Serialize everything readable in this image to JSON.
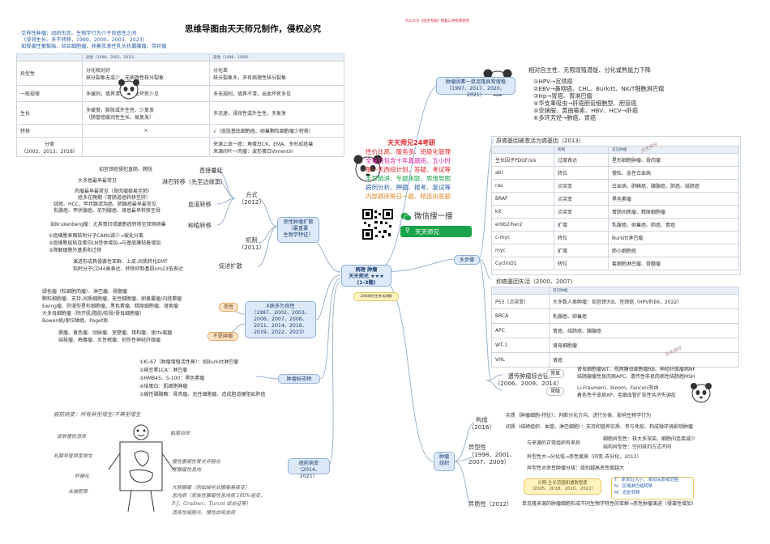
{
  "header_banner": "思维导图由天天师兄制作，侵权必究",
  "tiny_top_right": "为公众号【病生考研】搜集以供免费使用",
  "center": {
    "title": "病理 肿瘤",
    "subtitle": "天天师兄 ★★★ (1-3题)",
    "tag": "24年研究生考试讲解"
  },
  "promo": {
    "title": "天天师兄24考研",
    "lines": [
      "性价比高、服务多、班级化管理",
      "全程班包含十年真题班、五小时",
      "每一天西综计划、答疑、考试等",
      "手写精讲、专题串联、思维导图",
      "病例分析、押题、报考、复试等",
      "内部题库每日一题、精选执医题"
    ],
    "wechat_label": "微信搜一搜",
    "search_label": "天天师兄"
  },
  "top_table": {
    "intro": [
      "交界性肿瘤：组织形态、生物学行为介于良恶性之间",
      "（浸润生长、多不转移，1999、2000、2003、2023）",
      "如侵袭性葡萄胎、背巨细胞瘤、卵巢浆液性乳头状囊腺瘤、带状瘤"
    ],
    "head": [
      "",
      "良性（1998、2002、2010）",
      "恶性（1996、1999）"
    ],
    "rows": [
      {
        "k": "异型性",
        "a": "分化相对好\n核分裂象无或少，无病理性核分裂象",
        "b": "分化差\n核分裂象多，多有病理性核分裂象"
      },
      {
        "k": "一般规律",
        "a": "多缓则，填界清楚，出血坏死少见",
        "b": "多无规则，填界不清，出血坏死多见"
      },
      {
        "k": "生长",
        "a": "多缓慢，膨胀或外生性、少复发\n（肠管癌缓润性生长、易复发）",
        "b": "多迅速，浸润性或外生性，多复发"
      },
      {
        "k": "转移",
        "a": "×",
        "b": "√（皮肤基底细胞癌、卵巢颗粒细胞瘤少转移）"
      },
      {
        "k": "分类\n（2002、2013、2018）",
        "a": "",
        "b": "来源上皮一癌：角蛋白CK、EMA、多形成癌巢\n来源间叶一肉瘤：波形蛋白Vimentin"
      }
    ]
  },
  "right_top": {
    "node": "肿瘤因素一单克隆异常增殖\n（1997、2017、2020、2021）",
    "title": "相对自主性、无限增殖潜能、分化或熟能力下降",
    "items": [
      "①HPV→宫颈癌",
      "②EBV→鼻咽癌、CHL、Burkitt、NK/T细胞淋巴瘤",
      "③Hp→胃癌、胃淋巴瘤",
      "④华支睾吸虫→肝癌胆管细胞型、胆管癌",
      "⑤亚硝胺、黄曲霉素、HBV、HCV→肝癌",
      "⑥多环芳烃→肺癌、胃癌"
    ]
  },
  "onc_table": {
    "title": "原癌基因被激活为癌基因（2013）",
    "head": [
      "",
      "机制",
      "常见肿瘤"
    ],
    "rows": [
      [
        "生长因子PDGF/sis",
        "过度表达",
        "星形细胞肿瘤、骨肉瘤"
      ],
      [
        "abl",
        "转位",
        "慢粒、急性白血病"
      ],
      [
        "ras",
        "点突变",
        "白血病、肺鳞癌、胰腺癌、肺癌、结肠癌"
      ],
      [
        "BRAF",
        "点突变",
        "黑色素瘤"
      ],
      [
        "kit",
        "点突变",
        "胃肠间质瘤、精原细胞瘤"
      ],
      [
        "erbb2/her2",
        "扩增",
        "乳腺癌、卵巢癌、肺癌、胃癌"
      ],
      [
        "c-myc",
        "转位",
        "Burkitt淋巴瘤"
      ],
      [
        "myc",
        "扩增",
        "肺小细胞癌"
      ],
      [
        "CyclinD1",
        "转位",
        "套细胞淋巴瘤、骨髓瘤"
      ]
    ]
  },
  "supp_table": {
    "title": "抑癌基因失活（2000、2007）",
    "head": [
      "",
      "常见肿瘤"
    ],
    "rows": [
      [
        "P53（点突变）",
        "大多数人类肿瘤：如宫颈大B、宫颈癌（HPV的E6，2022）"
      ],
      [
        "BRCA",
        "乳腺癌、卵巢癌"
      ],
      [
        "APC",
        "胃癌、结肠癌、胰腺癌"
      ],
      [
        "WT-1",
        "肾母细胞瘤"
      ],
      [
        "VHL",
        "肾癌"
      ]
    ]
  },
  "hereditary": {
    "label": "遗传肿瘤综合征\n（2006、2009、2014）",
    "common_label": "常显",
    "common_text": [
      "肾母细胞瘤WT、视网膜母细胞瘤RB、神经纤维瘤病NF",
      "结肠腺瘤性息肉病APC、遗传性非息肉病性结肠癌MSH"
    ],
    "rare_label": "常隐",
    "rare_text": [
      "Li-Fraumeni、bloom、Fanconi贫血",
      "着色性干皮病XP、毛细血管扩张性共济失调症"
    ]
  },
  "multi_step": "多步骤",
  "metastasis": {
    "node": "恶性肿瘤扩散\n（最重要\n生物学特征）",
    "way_label": "方式\n（2012）",
    "mech_label": "机制\n（2011）",
    "direct": "直接蔓延",
    "lymph": "淋巴转移（先至边缘窦）",
    "blood": "血道转移",
    "implant": "种植转移",
    "promote": "促进扩散",
    "left_texts": [
      "如宫颈癌侵犯直肠、膀胱",
      "大多癌最早最常见",
      "肉瘤最早最常见（骨肉瘤极易至肺）",
      "癌多在晚期（胃肠道癌转移至肝）",
      "绒癌、HCC、甲状腺滤泡癌、肺腺癌最早最常见",
      "乳腺癌、甲状腺癌、前列腺癌、肾癌最早转移至骨",
      "如Krukenberg瘤：尤其胃印戒细胞癌转移至双侧卵巢"
    ],
    "mech_texts": [
      "①癌细胞表面粘附分子CAMs减少→彼此分离",
      "②癌细胞层粘连蛋白LN受体增加→与基底膜粘着增加",
      "③降解细胞外基质和迁移"
    ],
    "promote_texts": [
      "演进形成具侵袭性亚群、上皮-间质转化EMT",
      "粘附分子CD44高表达、转移抑制基因nm23低表达"
    ]
  },
  "xray": {
    "node": "X病多为良性\n（1997、2002、2003、\n2006、2007、2008、\n2011、2014、2016、\n2019、2022、2023）",
    "mal_label": "恶性",
    "ben_label": "不是肿瘤",
    "mal_texts": [
      "绿色瘤（粒细胞肉瘤）、淋巴瘤、骨髓瘤",
      "颗粒细胞瘤、支持-间质细胞瘤、无性细胞瘤、卵黄囊瘤/内胚窦瘤",
      "Ewing瘤、弥漫型星形细胞瘤、黑色素瘤、精原细胞瘤、肾索瘤",
      "大多母细胞瘤（除开肌/脂肪/软骨/骨母细胞瘤）",
      "Bowen病/原位鳞癌、Paget病"
    ],
    "ben_texts": [
      "粥瘤、黄色瘤、动脉瘤、室壁瘤、错构瘤、迷ttx离瘤",
      "结核瘤、梅毒瘤、炎性假瘤、创伤性神经纤维瘤"
    ]
  },
  "markers": {
    "node": "肿瘤标志物",
    "items": [
      "①Ki-67（肿瘤增殖活性高）：如Burkitt淋巴瘤",
      "②扁豆素LCA：淋巴瘤",
      "③HMB45、S-100：黑色素瘤",
      "④结蛋白：肌细胞肿瘤",
      "⑤碱性磷酸酶：骨肉瘤、无性细胞瘤、造成胆道梗阻如肝癌"
    ]
  },
  "precancer": {
    "node": "癌前病变\n（2014、2021）",
    "hw_title": "癌前病变：所有异型增生/不典型增生",
    "hw_left": [
      "皮肤慢性溃疡",
      "乳腺导管异型增生",
      "肝硬化",
      "末端肥厚"
    ],
    "hw_right": [
      "黏膜白斑",
      "慢性萎缩性胃炎伴肠化",
      "胃腺瘤性息肉",
      "大肠腺瘤（例如绒毛状腺瘤易癌变）",
      "息肉病（家族性腺瘤性息肉病 100%癌变，",
      "P-J、Gradner、Turcot 综合征等）",
      "溃疡性结肠炎、慢性血吸虫病"
    ]
  },
  "tissue": {
    "node": "肿瘤\n组织",
    "composition": "构成\n（2016）",
    "parenchyma": "实质（肿瘤细胞-特征）：判断分化方向、进行分类、影响生物学行为",
    "stroma": "间质（结缔组织、血管、淋巴细胞）：支持和营养实质、参与免疫、构成微环境影响肿瘤",
    "atypia_label": "异型性\n（1998、2001、\n2007、2009）",
    "atypia_1": "与来源的正常组织有差异",
    "atypia_cell": "细胞异型性：核大多深染、细胞间连接减少",
    "atypia_struct": "结构异型性：空间排列方式不同",
    "atypia_2": "异型性大→分化低→恶性度高（间变-去分化，2013）",
    "atypia_3": "异型性对恶性肿瘤分级：级别越高恶性度越大",
    "staging_box": "分期-生长范围和播散程度\n（2005、2018、2020、2022）",
    "tnm": [
      "T：原发灶大小、浸润深度或范围",
      "N：区域淋巴结转移",
      "M：远处转移"
    ],
    "heterogeneity": "异质性（2012）",
    "heterogeneity_text": "单克隆来源的肿瘤细胞形成不同生物学特性的亚群→恶性肿瘤演进（侵袭性增加）"
  },
  "watermark": "天天师兄",
  "colors": {
    "blue": "#3a6fb8",
    "orange": "#e08a2a",
    "red": "#e0222a",
    "green": "#19a34a"
  }
}
